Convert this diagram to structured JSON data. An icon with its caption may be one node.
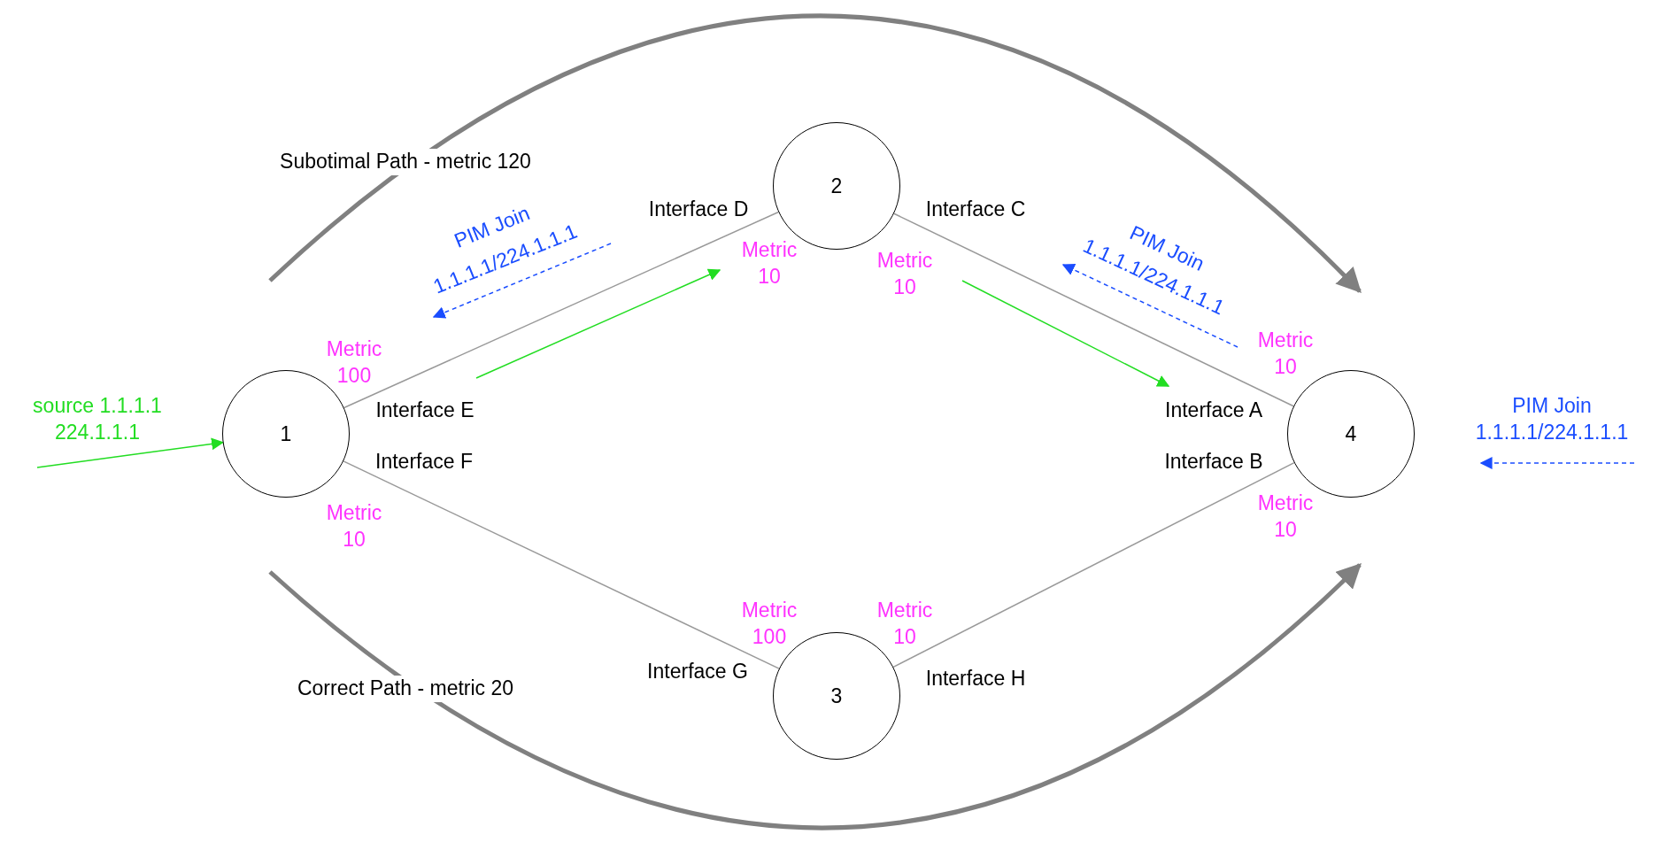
{
  "diagram": {
    "nodes": [
      {
        "text": [
          "1"
        ]
      },
      {
        "text": [
          "2"
        ]
      },
      {
        "text": [
          "3"
        ]
      },
      {
        "text": [
          "4"
        ]
      }
    ],
    "edges": [
      {
        "from": 0,
        "to": 1,
        "arrow": "none"
      },
      {
        "from": 1,
        "to": 3,
        "arrow": "none"
      },
      {
        "from": 0,
        "to": 2,
        "arrow": "none"
      },
      {
        "from": 2,
        "to": 3,
        "arrow": "none"
      },
      {
        "from": null,
        "to": 0,
        "arrow": "to",
        "color": "#22dd22"
      }
    ],
    "labels": [
      "Subotimal Path - metric 120",
      "Interface D",
      "Interface C",
      "PIM Join",
      "1.1.1.1/224.1.1.1",
      "Metric 10",
      "Metric 10",
      "PIM Join",
      "1.1.1.1/224.1.1.1",
      "Metric 100",
      "Metric 10",
      "source 1.1.1.1 224.1.1.1",
      "Interface E",
      "Interface A",
      "PIM Join 1.1.1.1/224.1.1.1",
      "Interface F",
      "Interface B",
      "Metric 10",
      "Metric 10",
      "Metric 100",
      "Metric 10",
      "Interface G",
      "Interface H",
      "Correct Path - metric 20"
    ]
  }
}
